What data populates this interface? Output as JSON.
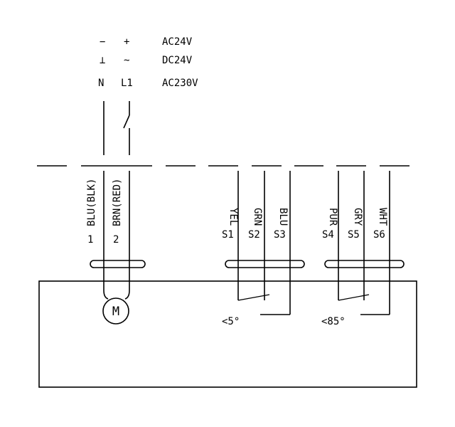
{
  "supply": {
    "sym_minus": "−",
    "sym_plus": "+",
    "sym_ground": "⊥",
    "sym_tilde": "~",
    "n_label": "N",
    "l1_label": "L1",
    "lines": [
      "AC24V",
      "DC24V",
      "AC230V"
    ]
  },
  "motor": {
    "symbol": "M",
    "wires": [
      {
        "color": "BLU(BLK)",
        "num": "1"
      },
      {
        "color": "BRN(RED)",
        "num": "2"
      }
    ]
  },
  "switch_a": {
    "wires": [
      {
        "color": "YEL",
        "id": "S1"
      },
      {
        "color": "GRN",
        "id": "S2"
      },
      {
        "color": "BLU",
        "id": "S3"
      }
    ],
    "angle": "<5°"
  },
  "switch_b": {
    "wires": [
      {
        "color": "PUR",
        "id": "S4"
      },
      {
        "color": "GRY",
        "id": "S5"
      },
      {
        "color": "WHT",
        "id": "S6"
      }
    ],
    "angle": "<85°"
  }
}
